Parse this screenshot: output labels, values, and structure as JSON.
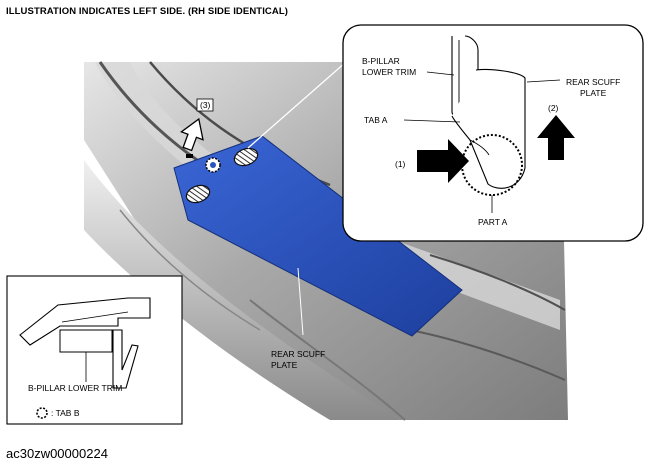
{
  "header": {
    "note": "ILLUSTRATION INDICATES LEFT SIDE. (RH SIDE IDENTICAL)"
  },
  "detail": {
    "b_pillar_line1": "B-PILLAR",
    "b_pillar_line2": "LOWER TRIM",
    "rear_scuff_line1": "REAR SCUFF",
    "rear_scuff_line2": "PLATE",
    "tab_a": "TAB A",
    "step1": "(1)",
    "step2": "(2)",
    "part_a": "PART A"
  },
  "main": {
    "step3": "(3)",
    "rear_scuff_line1": "REAR SCUFF",
    "rear_scuff_line2": "PLATE"
  },
  "inset": {
    "b_pillar_label": "B-PILLAR LOWER TRIM",
    "legend_tab_b": ": TAB B"
  },
  "footer": {
    "code": "ac30zw00000224"
  },
  "colors": {
    "scuff_plate": "#2a52c0",
    "body_gray": "#9a9a9a",
    "hatch": "#333333"
  }
}
